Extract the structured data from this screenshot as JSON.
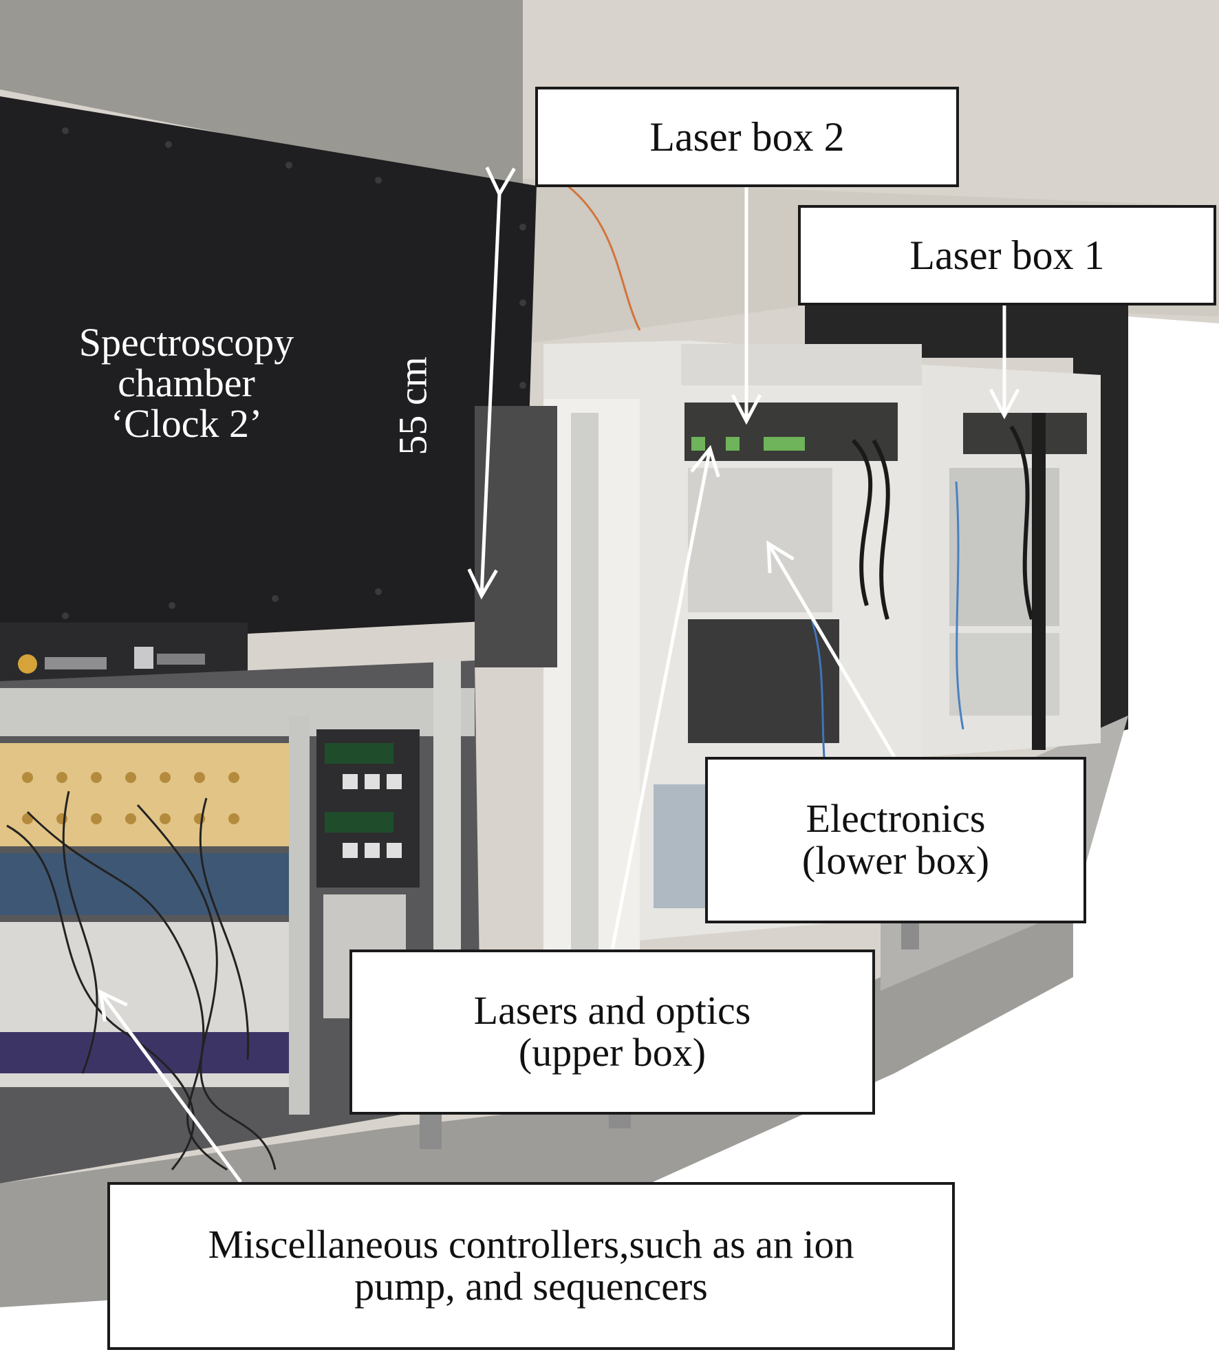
{
  "photo": {
    "description_icon": "lab-equipment-photo",
    "colors": {
      "wall": "#d9d4cc",
      "chamber_panel": "#1f1f21",
      "rack_frame": "#e7e6e2",
      "floor": "#a9a8a4",
      "dark_background": "#232323"
    }
  },
  "labels": {
    "laser_box_2": "Laser box 2",
    "laser_box_1": "Laser box 1",
    "spectroscopy_chamber": {
      "line1": "Spectroscopy",
      "line2": "chamber",
      "line3": "‘Clock 2’"
    },
    "dimension": "55 cm",
    "electronics": {
      "line1": "Electronics",
      "line2": "(lower box)"
    },
    "lasers_optics": {
      "line1": "Lasers and optics",
      "line2": "(upper box)"
    },
    "misc": {
      "line1": "Miscellaneous controllers,such as an ion",
      "line2": "pump, and sequencers"
    }
  }
}
